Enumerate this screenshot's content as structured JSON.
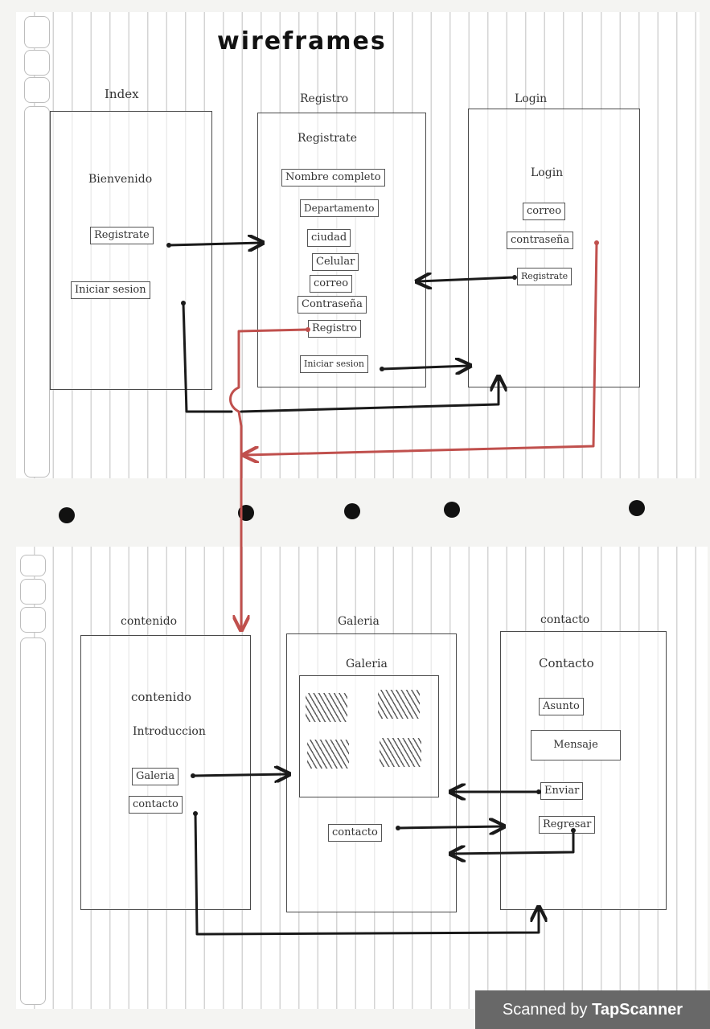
{
  "title": "wireframes",
  "top": {
    "index": {
      "heading": "Index",
      "welcome": "Bienvenido",
      "register_button": "Registrate",
      "login_button": "Iniciar sesion"
    },
    "registro": {
      "heading": "Registro",
      "subtitle": "Registrate",
      "fields": [
        "Nombre completo",
        "Departamento",
        "ciudad",
        "Celular",
        "correo",
        "Contraseña"
      ],
      "submit": "Registro",
      "login_link": "Iniciar sesion"
    },
    "login": {
      "heading": "Login",
      "subtitle": "Login",
      "fields": [
        "correo",
        "contraseña"
      ],
      "register_link": "Registrate"
    }
  },
  "bottom": {
    "contenido": {
      "heading": "contenido",
      "subtitle": "contenido",
      "intro": "Introduccion",
      "gallery_button": "Galeria",
      "contact_button": "contacto"
    },
    "galeria": {
      "heading": "Galeria",
      "subtitle": "Galeria",
      "contact_button": "contacto"
    },
    "contacto": {
      "heading": "contacto",
      "subtitle": "Contacto",
      "subject": "Asunto",
      "message": "Mensaje",
      "send": "Enviar",
      "back": "Regresar"
    }
  },
  "scanner_badge": {
    "prefix": "Scanned by",
    "brand": "TapScanner"
  },
  "colors": {
    "ink": "#1a1a1a",
    "flow_red": "#c0504d",
    "badge_bg": "#686868"
  }
}
